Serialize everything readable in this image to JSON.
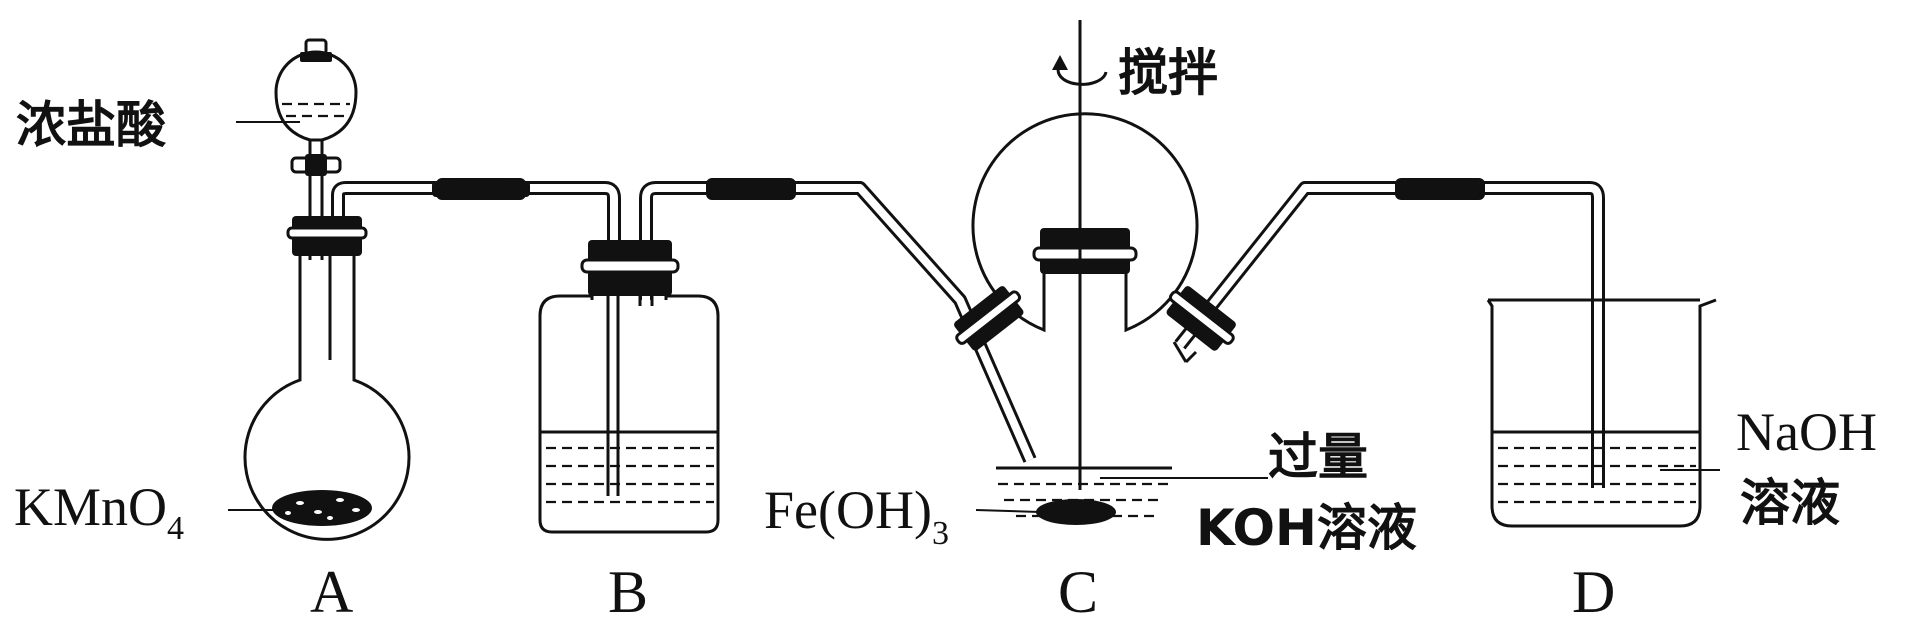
{
  "labels": {
    "hcl": "浓盐酸",
    "kmno4": "KMnO",
    "kmno4_sub": "4",
    "stir": "搅拌",
    "excess": "过量",
    "koh": "KOH溶液",
    "feoh": "Fe(OH)",
    "feoh_sub": "3",
    "naoh": "NaOH",
    "naoh_sol": "溶液"
  },
  "apparatus": {
    "a": "A",
    "b": "B",
    "c": "C",
    "d": "D"
  }
}
